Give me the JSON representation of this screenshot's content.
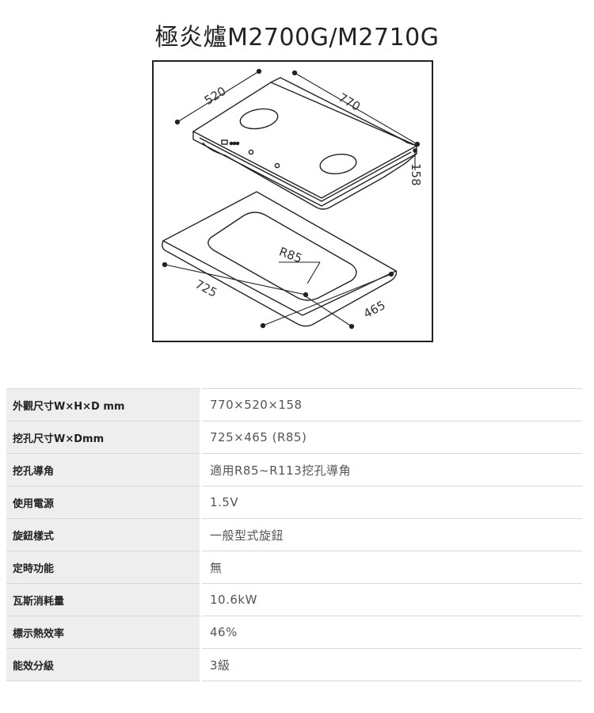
{
  "title": "極炎爐M2700G/M2710G",
  "diagram": {
    "dimensions": {
      "depth": "520",
      "width": "770",
      "height": "158",
      "cutout_width": "725",
      "cutout_depth": "465",
      "corner_radius": "R85"
    }
  },
  "specs": [
    {
      "label": "外觀尺寸W×H×D mm",
      "value": "770×520×158"
    },
    {
      "label": "挖孔尺寸W×Dmm",
      "value": "725×465 (R85)"
    },
    {
      "label": "挖孔導角",
      "value": "適用R85~R113挖孔導角"
    },
    {
      "label": "使用電源",
      "value": "1.5V"
    },
    {
      "label": "旋鈕樣式",
      "value": "一般型式旋鈕"
    },
    {
      "label": "定時功能",
      "value": "無"
    },
    {
      "label": "瓦斯消耗量",
      "value": "10.6kW"
    },
    {
      "label": "標示熱效率",
      "value": "46%"
    },
    {
      "label": "能效分級",
      "value": "3級"
    }
  ]
}
